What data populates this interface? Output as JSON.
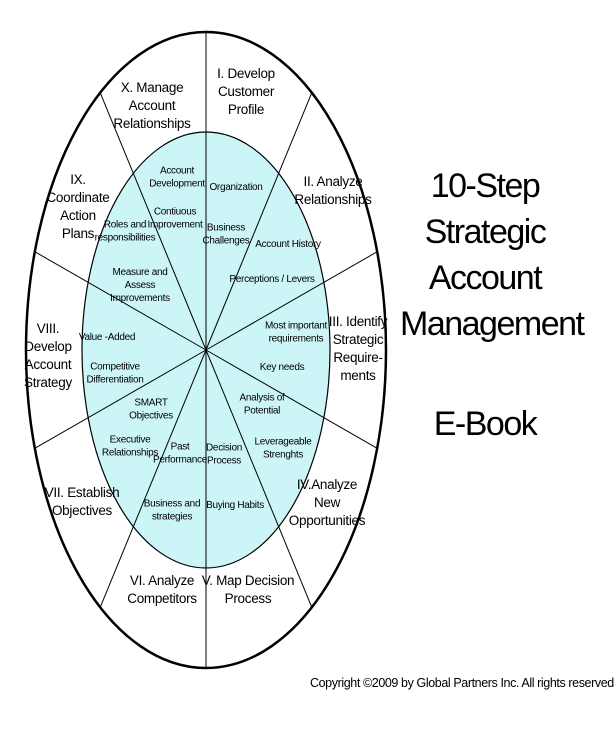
{
  "title_lines": [
    "10-Step",
    "Strategic",
    "Account",
    "Management"
  ],
  "subtitle": "E-Book",
  "copyright": "Copyright ©2009 by Global Partners Inc. All rights reserved",
  "colors": {
    "inner_fill": "#ccf5f8",
    "outer_fill": "#ffffff",
    "stroke": "#000000"
  },
  "steps": [
    {
      "id": "I",
      "lines": [
        "I. Develop",
        "Customer",
        "Profile"
      ]
    },
    {
      "id": "II",
      "lines": [
        "II. Analyze",
        "Relationships"
      ]
    },
    {
      "id": "III",
      "lines": [
        "III. Identify",
        "Strategic",
        "Require-",
        "ments"
      ]
    },
    {
      "id": "IV",
      "lines": [
        "IV.Analyze",
        "New",
        "Opportunities"
      ]
    },
    {
      "id": "V",
      "lines": [
        "V. Map Decision",
        "Process"
      ]
    },
    {
      "id": "VI",
      "lines": [
        "VI. Analyze",
        "Competitors"
      ]
    },
    {
      "id": "VII",
      "lines": [
        "VII. Establish",
        "Objectives"
      ]
    },
    {
      "id": "VIII",
      "lines": [
        "VIII.",
        "Develop",
        "Account",
        "Strategy"
      ]
    },
    {
      "id": "IX",
      "lines": [
        "IX.",
        "Coordinate",
        "Action",
        "Plans"
      ]
    },
    {
      "id": "X",
      "lines": [
        "X. Manage",
        "Account",
        "Relationships"
      ]
    }
  ],
  "inner_items": [
    {
      "lines": [
        "Account",
        "Development"
      ]
    },
    {
      "lines": [
        "Contiuous",
        "Improvement"
      ]
    },
    {
      "lines": [
        "Organization"
      ]
    },
    {
      "lines": [
        "Business",
        "Challenges"
      ]
    },
    {
      "lines": [
        "Account History"
      ]
    },
    {
      "lines": [
        "Perceptions / Levers"
      ]
    },
    {
      "lines": [
        "Most important",
        "requirements"
      ]
    },
    {
      "lines": [
        "Key needs"
      ]
    },
    {
      "lines": [
        "Analysis of",
        "Potential"
      ]
    },
    {
      "lines": [
        "Leverageable",
        "Strenghts"
      ]
    },
    {
      "lines": [
        "Decision",
        "Process"
      ]
    },
    {
      "lines": [
        "Buying Habits"
      ]
    },
    {
      "lines": [
        "Past",
        "Performance"
      ]
    },
    {
      "lines": [
        "Business and",
        "strategies"
      ]
    },
    {
      "lines": [
        "SMART",
        "Objectives"
      ]
    },
    {
      "lines": [
        "Executive",
        "Relationships"
      ]
    },
    {
      "lines": [
        "Value -Added"
      ]
    },
    {
      "lines": [
        "Competitive",
        "Differentiation"
      ]
    },
    {
      "lines": [
        "Roles and",
        "responsibilities"
      ]
    },
    {
      "lines": [
        "Measure and",
        "Assess",
        "Improvements"
      ]
    }
  ]
}
